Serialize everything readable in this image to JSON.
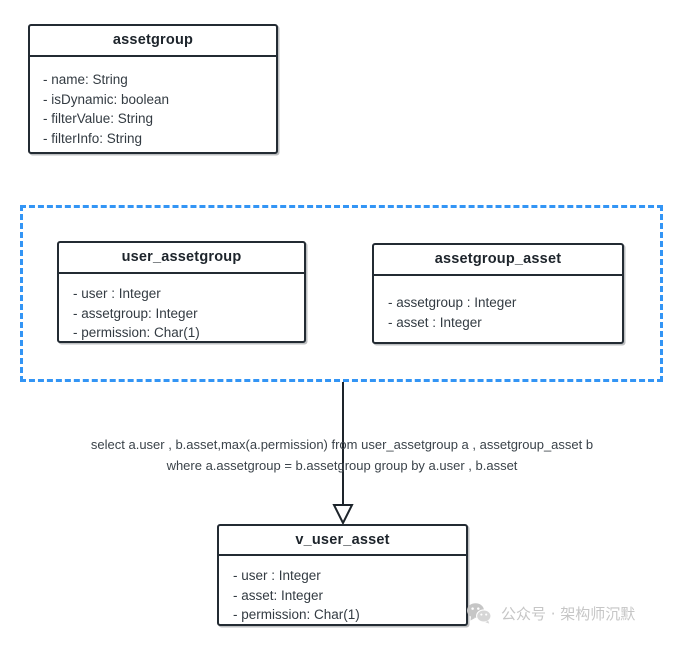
{
  "diagram": {
    "type": "uml-class-diagram",
    "classes": [
      {
        "id": "assetgroup",
        "title": "assetgroup",
        "attributes": [
          "- name: String",
          "- isDynamic: boolean",
          "- filterValue: String",
          "- filterInfo: String"
        ]
      },
      {
        "id": "user_assetgroup",
        "title": "user_assetgroup",
        "attributes": [
          "- user : Integer",
          "- assetgroup: Integer",
          "- permission: Char(1)"
        ]
      },
      {
        "id": "assetgroup_asset",
        "title": "assetgroup_asset",
        "attributes": [
          "- assetgroup : Integer",
          "- asset : Integer"
        ]
      },
      {
        "id": "v_user_asset",
        "title": "v_user_asset",
        "attributes": [
          "- user : Integer",
          "- asset: Integer",
          "- permission: Char(1)"
        ]
      }
    ],
    "group_frame": {
      "label": "",
      "border_color": "#3395f5",
      "style": "dashed"
    },
    "connector": {
      "label_line1": "select a.user , b.asset,max(a.permission) from user_assetgroup a , assetgroup_asset b",
      "label_line2": "where a.assetgroup = b.assetgroup group by a.user , b.asset",
      "arrow_style": "hollow-triangle",
      "color": "#1d242b"
    },
    "watermark": {
      "text": "公众号 · 架构师沉默",
      "icon": "wechat-icon",
      "color": "#c6c6c6"
    },
    "colors": {
      "box_border": "#232b33",
      "box_background": "#ffffff",
      "text": "#333b42",
      "accent_dashed": "#3395f5"
    }
  }
}
